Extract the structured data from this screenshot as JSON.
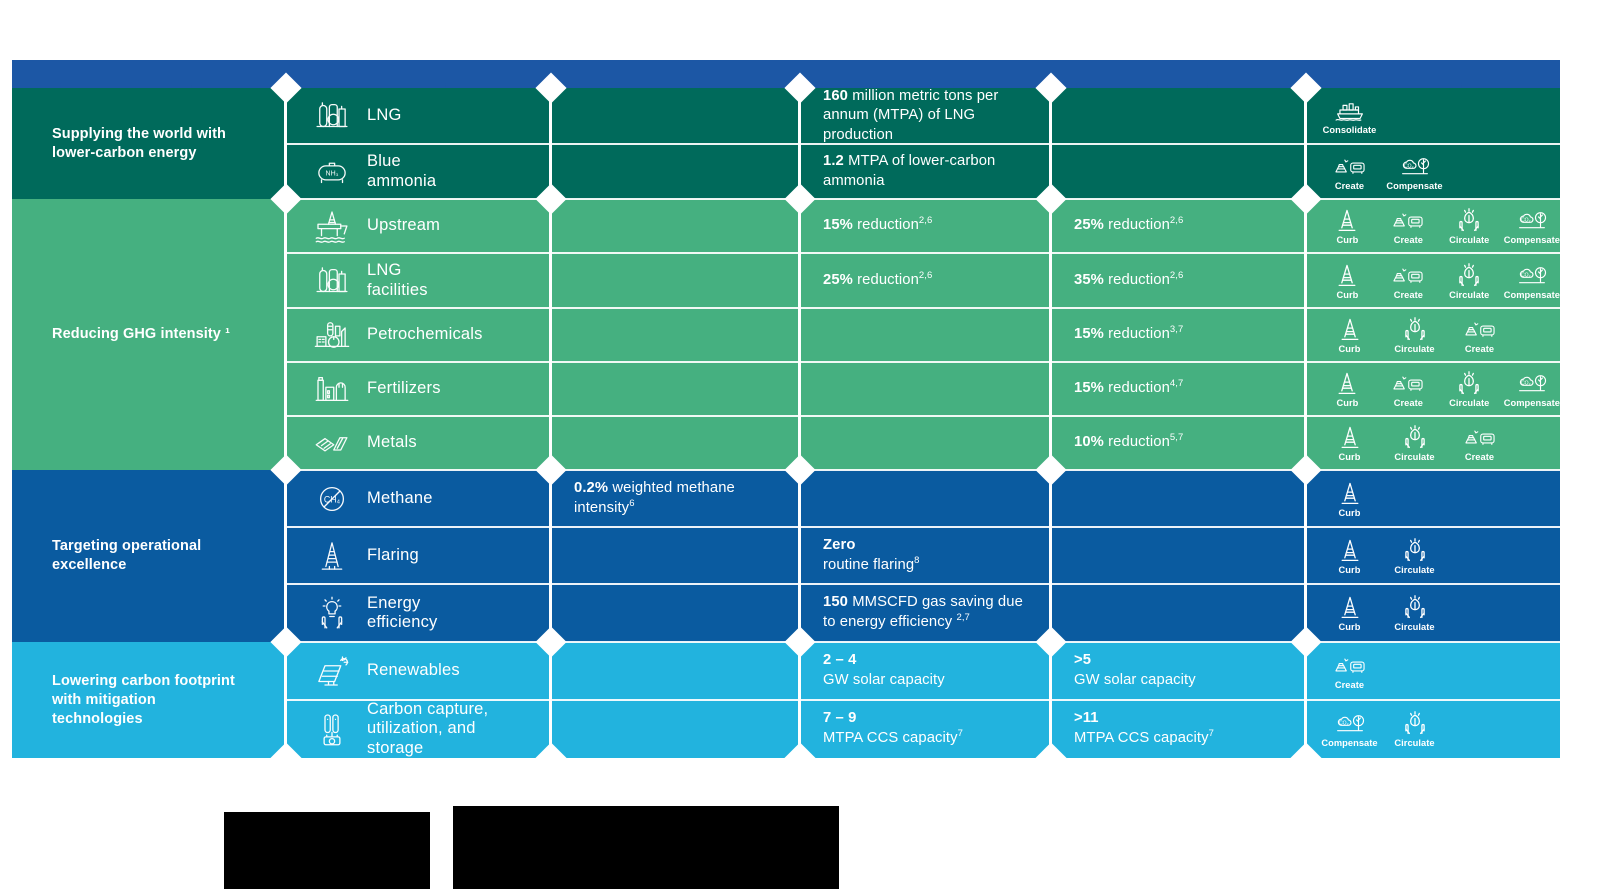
{
  "palette": {
    "header_blue": "#1C57A5",
    "teal": "#006A5B",
    "green": "#45B080",
    "blue": "#0A5BA0",
    "cyan": "#22B3DE",
    "text": "#FFFFFF"
  },
  "sections": [
    {
      "id": "supplying",
      "category": "Supplying the world with\nlower-carbon energy",
      "color": "teal",
      "rows": [
        {
          "icon": "lng-tanks-icon",
          "topic": "LNG",
          "c1": "",
          "c2_bold": "160",
          "c2_rest": " million metric tons per annum (MTPA) of LNG production",
          "c3_bold": "",
          "c3_rest": "",
          "actions": [
            {
              "icon": "ship-icon",
              "label": "Consolidate"
            }
          ]
        },
        {
          "icon": "ammonia-tank-icon",
          "topic": "Blue\nammonia",
          "c1": "",
          "c2_bold": "1.2",
          "c2_rest": " MTPA of lower-carbon ammonia",
          "c3_bold": "",
          "c3_rest": "",
          "actions": [
            {
              "icon": "factory-truck-icon",
              "label": "Create"
            },
            {
              "icon": "co2-tree-icon",
              "label": "Compensate"
            }
          ]
        }
      ]
    },
    {
      "id": "reducing-ghg",
      "category": "Reducing GHG intensity ¹",
      "color": "green",
      "rows": [
        {
          "icon": "offshore-rig-icon",
          "topic": "Upstream",
          "c1": "",
          "c2_bold": "15%",
          "c2_rest": " reduction",
          "c2_sup": "2,6",
          "c3_bold": "25%",
          "c3_rest": " reduction",
          "c3_sup": "2,6",
          "actions": [
            {
              "icon": "derrick-icon",
              "label": "Curb"
            },
            {
              "icon": "factory-truck-icon",
              "label": "Create"
            },
            {
              "icon": "hands-leaf-icon",
              "label": "Circulate"
            },
            {
              "icon": "co2-tree-icon",
              "label": "Compensate"
            }
          ]
        },
        {
          "icon": "lng-tanks-icon",
          "topic": "LNG\nfacilities",
          "c1": "",
          "c2_bold": "25%",
          "c2_rest": " reduction",
          "c2_sup": "2,6",
          "c3_bold": "35%",
          "c3_rest": " reduction",
          "c3_sup": "2,6",
          "actions": [
            {
              "icon": "derrick-icon",
              "label": "Curb"
            },
            {
              "icon": "factory-truck-icon",
              "label": "Create"
            },
            {
              "icon": "hands-leaf-icon",
              "label": "Circulate"
            },
            {
              "icon": "co2-tree-icon",
              "label": "Compensate"
            }
          ]
        },
        {
          "icon": "petrochemical-plant-icon",
          "topic": "Petrochemicals",
          "c1": "",
          "c2_bold": "",
          "c2_rest": "",
          "c3_bold": "15%",
          "c3_rest": " reduction",
          "c3_sup": "3,7",
          "actions": [
            {
              "icon": "derrick-icon",
              "label": "Curb"
            },
            {
              "icon": "hands-leaf-icon",
              "label": "Circulate"
            },
            {
              "icon": "factory-truck-icon",
              "label": "Create"
            }
          ]
        },
        {
          "icon": "fertilizer-plant-icon",
          "topic": "Fertilizers",
          "c1": "",
          "c2_bold": "",
          "c2_rest": "",
          "c3_bold": "15%",
          "c3_rest": " reduction",
          "c3_sup": "4,7",
          "actions": [
            {
              "icon": "derrick-icon",
              "label": "Curb"
            },
            {
              "icon": "factory-truck-icon",
              "label": "Create"
            },
            {
              "icon": "hands-leaf-icon",
              "label": "Circulate"
            },
            {
              "icon": "co2-tree-icon",
              "label": "Compensate"
            }
          ]
        },
        {
          "icon": "metal-sheets-icon",
          "topic": "Metals",
          "c1": "",
          "c2_bold": "",
          "c2_rest": "",
          "c3_bold": "10%",
          "c3_rest": " reduction",
          "c3_sup": "5,7",
          "actions": [
            {
              "icon": "derrick-icon",
              "label": "Curb"
            },
            {
              "icon": "hands-leaf-icon",
              "label": "Circulate"
            },
            {
              "icon": "factory-truck-icon",
              "label": "Create"
            }
          ]
        }
      ]
    },
    {
      "id": "operational-excellence",
      "category": "Targeting operational\nexcellence",
      "color": "blue",
      "rows": [
        {
          "icon": "methane-crossed-icon",
          "topic": "Methane",
          "c1_bold": "0.2%",
          "c1_rest": " weighted methane intensity",
          "c1_sup": "6",
          "c2_bold": "",
          "c2_rest": "",
          "c3_bold": "",
          "c3_rest": "",
          "actions": [
            {
              "icon": "derrick-icon",
              "label": "Curb"
            }
          ]
        },
        {
          "icon": "derrick-tower-icon",
          "topic": "Flaring",
          "c1": "",
          "c2_bold": "Zero",
          "c2_rest": "\nroutine flaring",
          "c2_sup": "8",
          "c3_bold": "",
          "c3_rest": "",
          "actions": [
            {
              "icon": "derrick-icon",
              "label": "Curb"
            },
            {
              "icon": "hands-leaf-icon",
              "label": "Circulate"
            }
          ]
        },
        {
          "icon": "hands-bulb-icon",
          "topic": "Energy\nefficiency",
          "c1": "",
          "c2_bold": "150",
          "c2_rest": " MMSCFD gas saving due to energy efficiency ",
          "c2_sup": "2,7",
          "c3_bold": "",
          "c3_rest": "",
          "actions": [
            {
              "icon": "derrick-icon",
              "label": "Curb"
            },
            {
              "icon": "hands-leaf-icon",
              "label": "Circulate"
            }
          ]
        }
      ]
    },
    {
      "id": "lowering-footprint",
      "category": "Lowering carbon footprint\nwith mitigation\ntechnologies",
      "color": "cyan",
      "rows": [
        {
          "icon": "solar-panel-icon",
          "topic": "Renewables",
          "c1": "",
          "c2_bold": "2 – 4",
          "c2_rest": "\nGW solar capacity",
          "c3_bold": ">5",
          "c3_rest": "\nGW solar capacity",
          "actions": [
            {
              "icon": "factory-truck-icon",
              "label": "Create"
            }
          ]
        },
        {
          "icon": "ccs-icon",
          "topic": "Carbon capture,\nutilization, and\nstorage",
          "c1": "",
          "c2_bold": "7 – 9",
          "c2_rest": "\nMTPA CCS capacity",
          "c2_sup": "7",
          "c3_bold": ">11",
          "c3_rest": "\nMTPA CCS capacity",
          "c3_sup": "7",
          "actions": [
            {
              "icon": "co2-tree-icon",
              "label": "Compensate"
            },
            {
              "icon": "hands-leaf-icon",
              "label": "Circulate"
            }
          ]
        }
      ]
    }
  ]
}
